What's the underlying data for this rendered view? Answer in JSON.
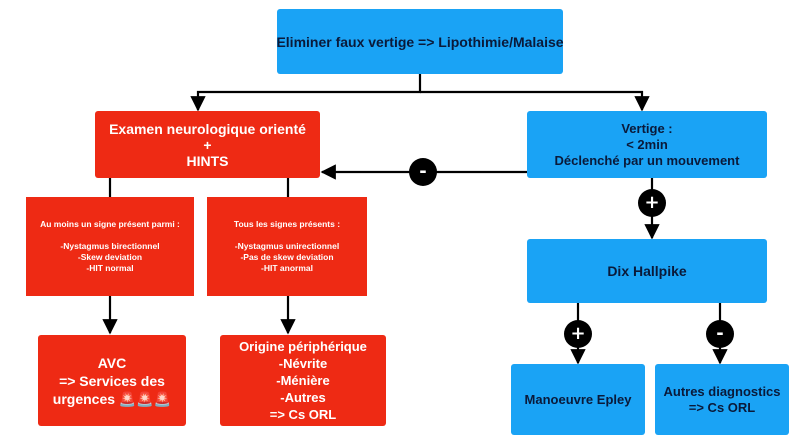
{
  "nodes": {
    "top": {
      "lines": [
        "Eliminer faux vertige => Lipothimie/Malaise"
      ]
    },
    "exam": {
      "lines": [
        "Examen neurologique orienté",
        "+",
        "HINTS"
      ]
    },
    "vertige": {
      "lines": [
        "Vertige :",
        "< 2min",
        "Déclenché par un mouvement"
      ]
    },
    "signe": {
      "lines": [
        "Au moins un signe présent parmi :",
        "",
        "-Nystagmus birectionnel",
        "-Skew deviation",
        "-HIT normal"
      ]
    },
    "tous": {
      "lines": [
        "Tous les signes présents :",
        "",
        "-Nystagmus unirectionnel",
        "-Pas de skew deviation",
        "-HIT anormal"
      ]
    },
    "dix": {
      "lines": [
        "Dix Hallpike"
      ]
    },
    "avc": {
      "lines": [
        "AVC",
        "=> Services des",
        "urgences 🚨🚨🚨"
      ]
    },
    "origine": {
      "lines": [
        "Origine périphérique",
        "-Névrite",
        "-Ménière",
        "-Autres",
        "=> Cs ORL"
      ]
    },
    "epley": {
      "lines": [
        "Manoeuvre Epley"
      ]
    },
    "autres": {
      "lines": [
        "Autres diagnostics",
        "=> Cs ORL"
      ]
    }
  },
  "badges": {
    "vertige_to_exam": "-",
    "vertige_to_dix": "+",
    "dix_to_epley": "+",
    "dix_to_autres": "-"
  },
  "colors": {
    "blue": "#1aa3f5",
    "red": "#ee2a14",
    "arrow": "#000000"
  }
}
